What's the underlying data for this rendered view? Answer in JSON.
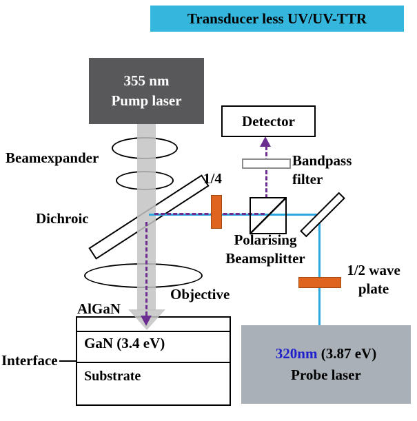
{
  "title": "Transducer less UV/UV-TTR",
  "pump_laser": {
    "line1": "355 nm",
    "line2": "Pump laser"
  },
  "detector": {
    "label": "Detector"
  },
  "labels": {
    "beamexpander": "Beamexpander",
    "dichroic": "Dichroic",
    "quarter_wave_plate": "1/4",
    "bandpass_line1": "Bandpass",
    "bandpass_line2": "filter",
    "polarising_line1": "Polarising",
    "polarising_line2": "Beamsplitter",
    "objective": "Objective",
    "half_wave_line1": "1/2 wave",
    "half_wave_line2": "plate"
  },
  "sample": {
    "top_layer": "AlGaN",
    "middle_layer": "GaN (3.4 eV)",
    "interface": "Interface",
    "substrate": "Substrate"
  },
  "probe_laser": {
    "wavelength": "320nm",
    "energy": " (3.87 eV)",
    "line2": "Probe laser"
  },
  "colors": {
    "title_bg": "#35b6dc",
    "pump_box": "#58585a",
    "probe_box": "#a9b0b7",
    "beam_blue": "#29a8e0",
    "beam_purple": "#6b2d90",
    "plate_orange": "#df6420",
    "wavelength_blue": "#2020cc",
    "pump_beam": "#c3c3c3"
  }
}
